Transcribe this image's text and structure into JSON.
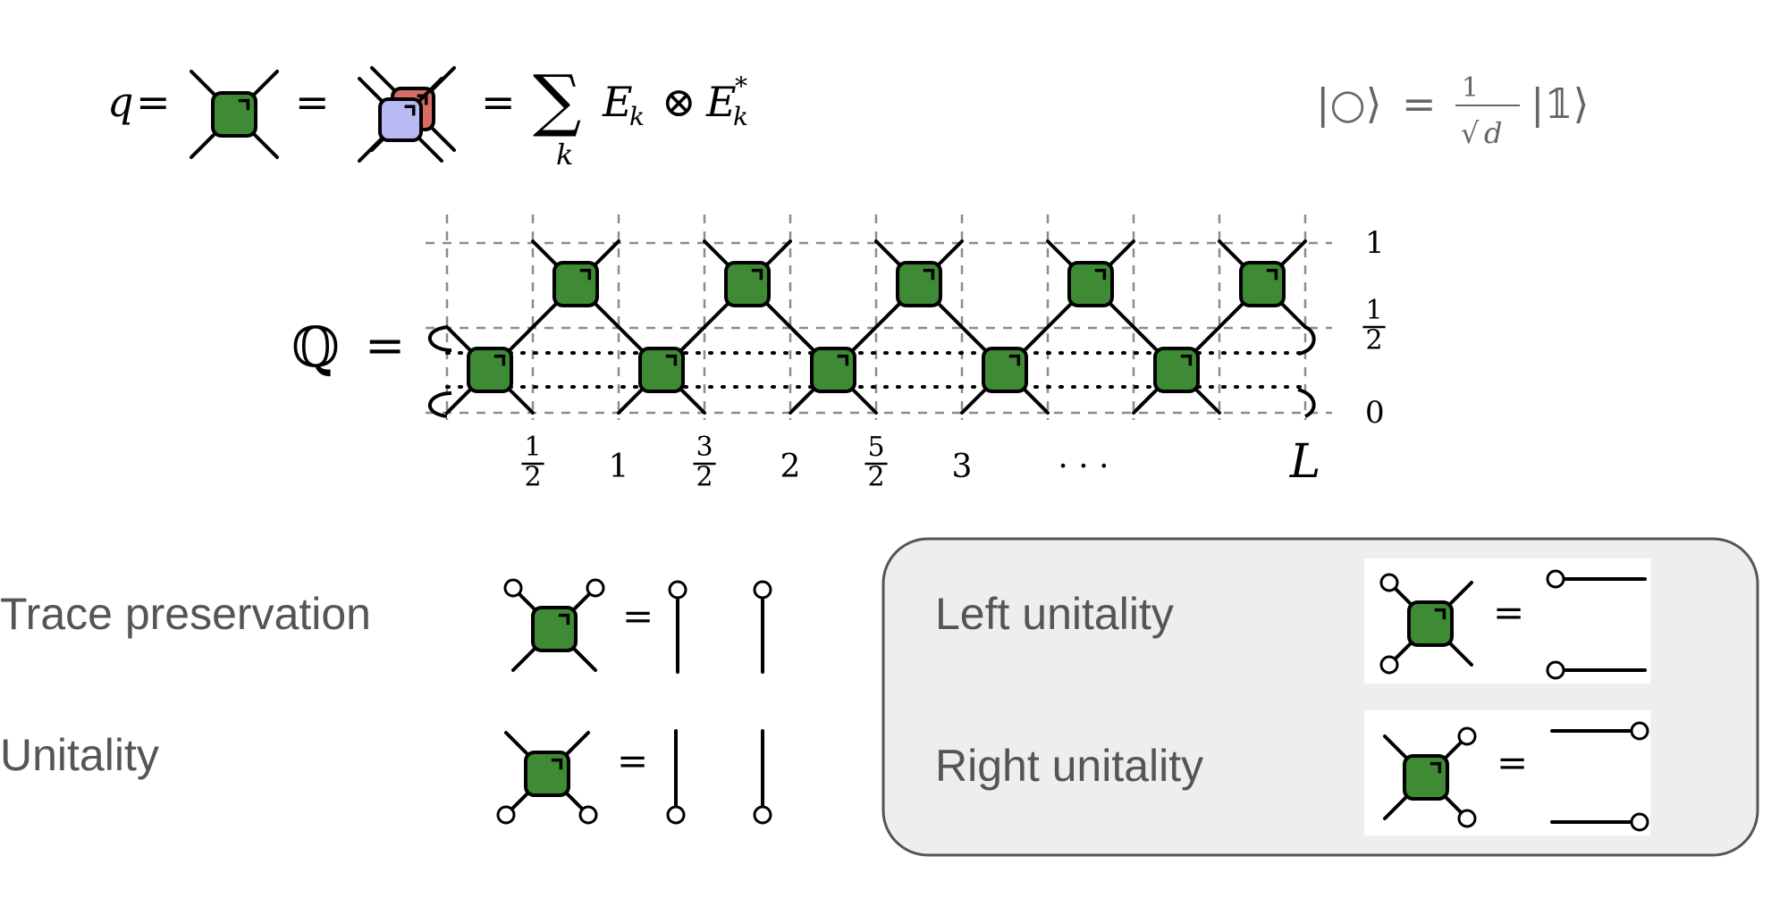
{
  "formula_q": {
    "lhs": "q",
    "eq": "=",
    "sum_symbol": "∑",
    "sum_index": "k",
    "E": "E",
    "k": "k",
    "otimes": "⊗",
    "star": "*"
  },
  "formula_circ": {
    "ket_circle": "|○⟩",
    "eq": "=",
    "numerator": "1",
    "sqrt": "√",
    "d": "d",
    "ket_one": "|𝟙⟩"
  },
  "network": {
    "lhs": "ℚ",
    "eq": "=",
    "y_labels": [
      "1",
      "1/2",
      "0"
    ],
    "x_labels": [
      "1/2",
      "1",
      "3/2",
      "2",
      "5/2",
      "3",
      "· · ·",
      "L"
    ]
  },
  "properties": {
    "trace_preservation": "Trace preservation",
    "unitality": "Unitality",
    "left_unitality": "Left unitality",
    "right_unitality": "Right unitality",
    "eq": "="
  },
  "colors": {
    "gate_fill": "#3f8a35",
    "gate_stroke": "#000000",
    "gate_blue": "#b9b9f3",
    "gate_red": "#d96c64",
    "grid": "#8c8c8c",
    "panel_bg": "#eeeeee",
    "panel_border": "#555555",
    "label_text": "#555555",
    "math_text": "#000000",
    "dim_math_text": "#666666"
  }
}
